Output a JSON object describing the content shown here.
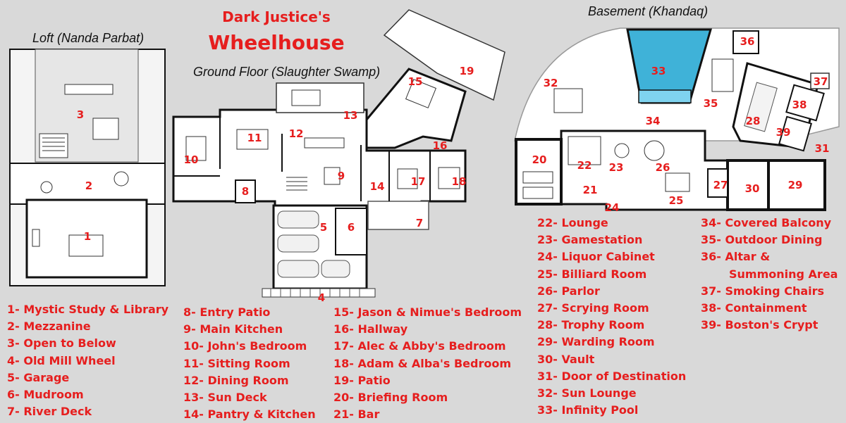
{
  "headings": {
    "brand_line1": "Dark Justice's",
    "brand_line2": "Wheelhouse",
    "loft": "Loft (Nanda Parbat)",
    "ground": "Ground Floor (Slaughter Swamp)",
    "basement": "Basement (Khandaq)"
  },
  "legend_columns": [
    [
      "1- Mystic Study & Library",
      "2- Mezzanine",
      "3- Open to Below",
      "4- Old Mill Wheel",
      "5- Garage",
      "6- Mudroom",
      "7- River Deck"
    ],
    [
      "8- Entry Patio",
      "9- Main Kitchen",
      "10- John's Bedroom",
      "11- Sitting Room",
      "12- Dining Room",
      "13- Sun Deck",
      "14- Pantry & Kitchen"
    ],
    [
      "15- Jason & Nimue's Bedroom",
      "16- Hallway",
      "17- Alec & Abby's Bedroom",
      "18- Adam & Alba's Bedroom",
      "19- Patio",
      "20- Briefing Room",
      "21- Bar"
    ],
    [
      "22- Lounge",
      "23- Gamestation",
      "24- Liquor Cabinet",
      "25- Billiard Room",
      "26- Parlor",
      "27- Scrying Room",
      "28- Trophy Room",
      "29- Warding Room",
      "30- Vault",
      "31- Door of Destination",
      "32- Sun Lounge",
      "33- Infinity Pool"
    ],
    [
      "34- Covered Balcony",
      "35- Outdoor Dining",
      "36- Altar &",
      "Summoning Area",
      "37- Smoking Chairs",
      "38- Containment",
      "39- Boston's Crypt"
    ]
  ],
  "room_numbers": [
    "1",
    "2",
    "3",
    "4",
    "5",
    "6",
    "7",
    "8",
    "9",
    "10",
    "11",
    "12",
    "13",
    "14",
    "15",
    "16",
    "17",
    "18",
    "19",
    "20",
    "21",
    "22",
    "23",
    "24",
    "25",
    "26",
    "27",
    "28",
    "29",
    "30",
    "31",
    "32",
    "33",
    "34",
    "35",
    "36",
    "37",
    "38",
    "39"
  ],
  "colors": {
    "label_red": "#e61e1e",
    "wall": "#111111",
    "floor": "#ffffff",
    "pool": "#3fb2d8",
    "background": "#d9d9d9"
  }
}
